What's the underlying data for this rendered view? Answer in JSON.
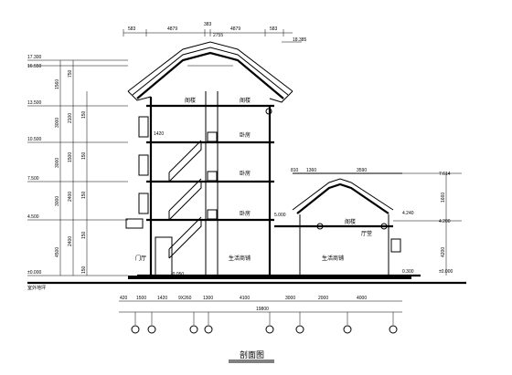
{
  "title": "剖面图",
  "top_dims": [
    "583",
    "4879",
    "383",
    "4879",
    "583",
    "2755"
  ],
  "levels": {
    "ridge": "18.385",
    "l1": "17.300",
    "l2": "16.550",
    "l3": "13.500",
    "l4": "10.500",
    "l5": "7.500",
    "l6": "4.500",
    "l7": "±0.000",
    "outdoor": "室外地坪",
    "mid": "5.000",
    "r1": "7.614",
    "r2": "4.200",
    "r3": "4.240",
    "r4": "0.300",
    "r5": "±0.000"
  },
  "left_dims": [
    "1560",
    "3000",
    "3000",
    "3000",
    "4500",
    "750",
    "2100",
    "1500",
    "2400",
    "2400",
    "150",
    "150",
    "150",
    "150",
    "150"
  ],
  "rooms": {
    "attic": "阁楼",
    "bedroom": "卧房",
    "shop": "生活商铺",
    "vestibule": "门厅",
    "annex_hall": "厅堂"
  },
  "stair_dims": [
    "1420",
    "-0.050"
  ],
  "annex_dims": [
    "810",
    "1360",
    "3590"
  ],
  "right_dims": [
    "1660",
    "4200"
  ],
  "bottom_dims": [
    "420",
    "1500",
    "1420",
    "9X260",
    "1300",
    "4100",
    "3000",
    "2000",
    "4000"
  ],
  "bottom_total": "19800"
}
